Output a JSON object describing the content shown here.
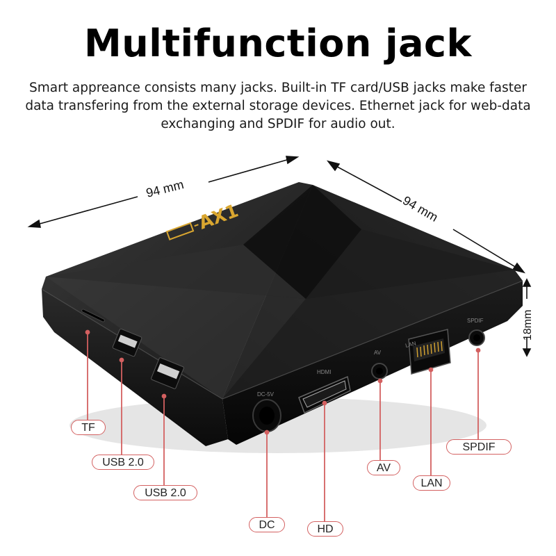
{
  "title": "Multifunction jack",
  "description": "Smart appreance consists many jacks. Built-in TF card/USB jacks make faster data transfering from the external storage devices. Ethernet jack for web-data exchanging and SPDIF for audio out.",
  "dimensions": {
    "width": "94 mm",
    "depth": "94 mm",
    "height": "18mm"
  },
  "device": {
    "logo_text": "AX1",
    "port_silkscreen": {
      "dc": "DC-5V",
      "hdmi": "HDMI",
      "av": "AV",
      "lan": "LAN",
      "spdif": "SPDIF"
    }
  },
  "port_labels": {
    "tf": "TF",
    "usb1": "USB 2.0",
    "usb2": "USB 2.0",
    "dc": "DC",
    "hd": "HD",
    "av": "AV",
    "lan": "LAN",
    "spdif": "SPDIF"
  },
  "colors": {
    "callout": "#d36060",
    "device": "#141414",
    "logo": "#d9a630"
  }
}
